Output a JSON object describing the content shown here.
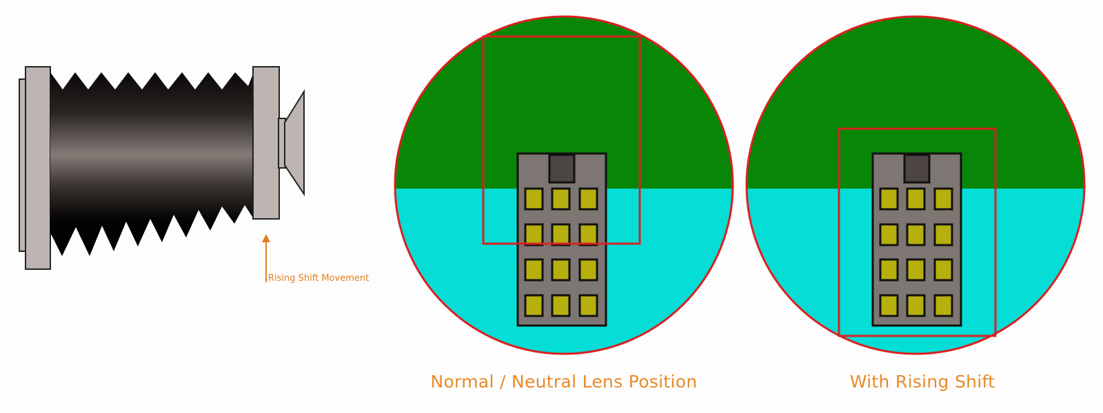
{
  "labels": {
    "rising_shift_movement": "Rising Shift Movement",
    "normal_caption": "Normal / Neutral Lens Position",
    "rising_caption": "With Rising Shift"
  },
  "colors": {
    "sky": "#078607",
    "water": "#05ded6",
    "frame": "#d92121",
    "building": "#7e7672",
    "door": "#4d4543",
    "window": "#b6b00f",
    "label": "#e88a2a",
    "arrow": "#e07f20"
  }
}
